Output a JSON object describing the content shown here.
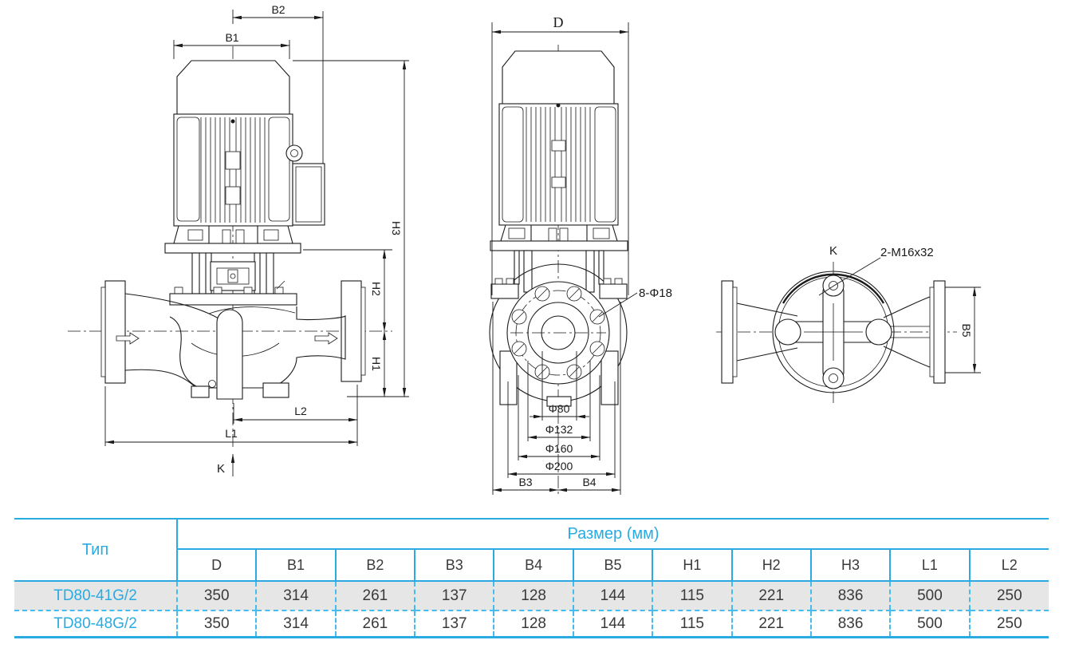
{
  "accent_color": "#29ABE2",
  "row_alt_bg": "#E6E6E6",
  "line_color": "#1A1A1A",
  "drawing": {
    "side_view": {
      "labels": {
        "B1": "B1",
        "B2": "B2",
        "H1": "H1",
        "H2": "H2",
        "H3": "H3",
        "L1": "L1",
        "L2": "L2",
        "K": "K"
      }
    },
    "front_view": {
      "labels": {
        "D": "D",
        "bolt_callout": "8-Φ18",
        "dia1": "Φ80",
        "dia2": "Φ132",
        "dia3": "Φ160",
        "dia4": "Φ200",
        "B3": "B3",
        "B4": "B4"
      }
    },
    "top_view": {
      "labels": {
        "K": "K",
        "thread_callout": "2-M16x32",
        "B5": "B5"
      }
    }
  },
  "table": {
    "type_header": "Тип",
    "size_header": "Размер (мм)",
    "columns": [
      "D",
      "B1",
      "B2",
      "B3",
      "B4",
      "B5",
      "H1",
      "H2",
      "H3",
      "L1",
      "L2"
    ],
    "rows": [
      {
        "type": "TD80-41G/2",
        "values": [
          "350",
          "314",
          "261",
          "137",
          "128",
          "144",
          "115",
          "221",
          "836",
          "500",
          "250"
        ]
      },
      {
        "type": "TD80-48G/2",
        "values": [
          "350",
          "314",
          "261",
          "137",
          "128",
          "144",
          "115",
          "221",
          "836",
          "500",
          "250"
        ]
      }
    ]
  }
}
